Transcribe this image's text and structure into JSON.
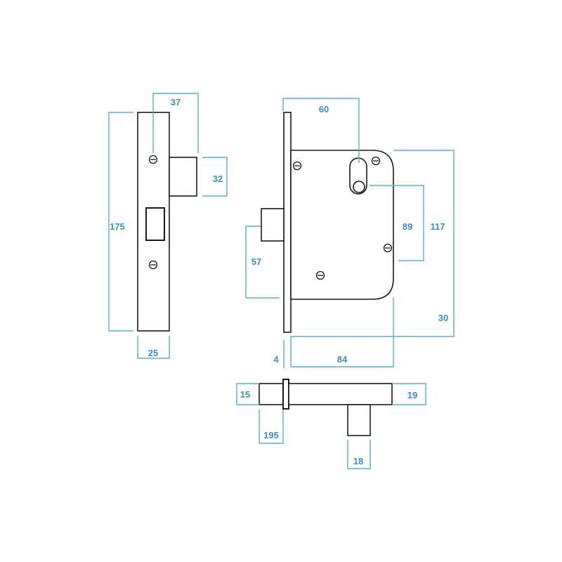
{
  "dimensions": {
    "forend_width": "25",
    "lock_height": "175",
    "bolt_projection": "37",
    "bolt_height": "32",
    "backset": "60",
    "case_height": "117",
    "spindle_to_keyhole": "89",
    "keyhole_to_bottom": "57",
    "forend_thickness": "4",
    "case_depth": "84",
    "dimension_30": "30",
    "bolt_thickness": "15",
    "bolt_length": "195",
    "keeper_thickness": "19",
    "keeper_width": "18"
  },
  "colors": {
    "line": "#1a1a1a",
    "dimension_line": "#5aaedb",
    "dimension_text": "#3b8fc4"
  }
}
